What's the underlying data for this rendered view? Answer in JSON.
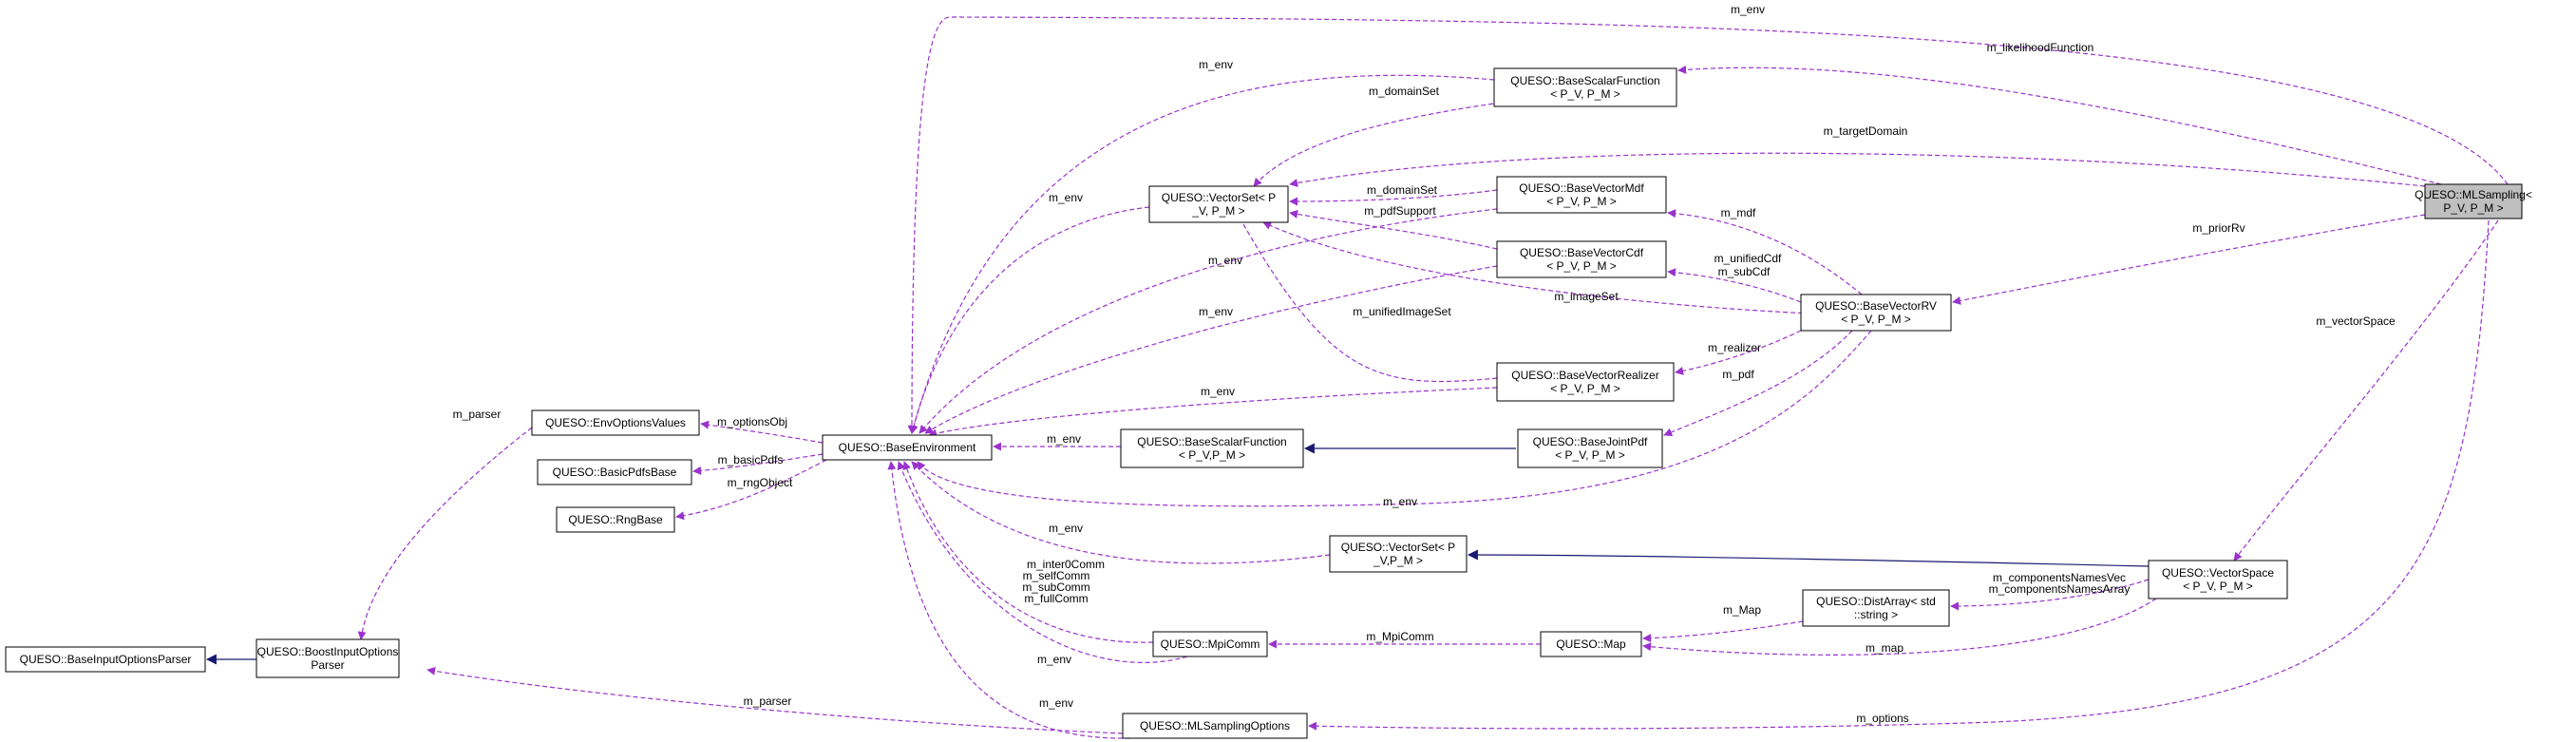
{
  "colors": {
    "dependency_edge": "#9a32cd",
    "inheritance_edge": "#191970",
    "node_border": "#000000",
    "node_fill": "#ffffff",
    "highlight_fill": "#bfbfbf"
  },
  "nodes": {
    "mlsampling": [
      "QUESO::MLSampling<",
      "P_V, P_M >"
    ],
    "base_scalar_function_top": [
      "QUESO::BaseScalarFunction",
      "< P_V, P_M >"
    ],
    "vector_set_top": [
      "QUESO::VectorSet< P",
      "_V, P_M >"
    ],
    "base_vector_mdf": [
      "QUESO::BaseVectorMdf",
      "< P_V, P_M >"
    ],
    "base_vector_cdf": [
      "QUESO::BaseVectorCdf",
      "< P_V, P_M >"
    ],
    "base_vector_rv": [
      "QUESO::BaseVectorRV",
      "< P_V, P_M >"
    ],
    "base_vector_realizer": [
      "QUESO::BaseVectorRealizer",
      "< P_V, P_M >"
    ],
    "base_joint_pdf": [
      "QUESO::BaseJointPdf",
      "< P_V, P_M >"
    ],
    "base_scalar_function_mid": [
      "QUESO::BaseScalarFunction",
      "< P_V,P_M >"
    ],
    "base_environment": [
      "QUESO::BaseEnvironment"
    ],
    "env_options_values": [
      "QUESO::EnvOptionsValues"
    ],
    "basic_pdfs_base": [
      "QUESO::BasicPdfsBase"
    ],
    "rng_base": [
      "QUESO::RngBase"
    ],
    "base_input_options_parser": [
      "QUESO::BaseInputOptionsParser"
    ],
    "boost_input_options_parser": [
      "QUESO::BoostInputOptions",
      "Parser"
    ],
    "vector_set_mid": [
      "QUESO::VectorSet< P",
      "_V,P_M >"
    ],
    "vector_space": [
      "QUESO::VectorSpace",
      "< P_V, P_M >"
    ],
    "dist_array": [
      "QUESO::DistArray< std",
      "::string >"
    ],
    "mpi_comm": [
      "QUESO::MpiComm"
    ],
    "map": [
      "QUESO::Map"
    ],
    "mlsampling_options": [
      "QUESO::MLSamplingOptions"
    ]
  },
  "edge_labels": {
    "m_env_top": "m_env",
    "m_likelihood_function": "m_likelihoodFunction",
    "m_env_bsf": "m_env",
    "m_domain_set_bsf": "m_domainSet",
    "m_target_domain": "m_targetDomain",
    "m_env_vs": "m_env",
    "m_domain_set_mdf": "m_domainSet",
    "m_pdf_support": "m_pdfSupport",
    "m_mdf": "m_mdf",
    "m_prior_rv": "m_priorRv",
    "m_env_mdf": "m_env",
    "m_unified_cdf": "m_unifiedCdf",
    "m_sub_cdf": "m_subCdf",
    "m_image_set": "m_imageSet",
    "m_vector_space": "m_vectorSpace",
    "m_env_cdf": "m_env",
    "m_unified_image_set": "m_unifiedImageSet",
    "m_realizer": "m_realizer",
    "m_env_realizer": "m_env",
    "m_pdf": "m_pdf",
    "m_options_obj": "m_optionsObj",
    "m_parser_eov": "m_parser",
    "m_env_bsf_mid": "m_env",
    "m_basic_pdfs": "m_basicPdfs",
    "m_rng_object": "m_rngObject",
    "m_env_rv": "m_env",
    "m_env_vs_mid": "m_env",
    "m_components_names_vec": "m_componentsNamesVec",
    "m_components_names_array": "m_componentsNamesArray",
    "m_inter0_comm": "m_inter0Comm",
    "m_self_comm": "m_selfComm",
    "m_sub_comm": "m_subComm",
    "m_full_comm": "m_fullComm",
    "m_map_dist": "m_Map",
    "m_mpi_comm": "m_MpiComm",
    "m_env_mpi": "m_env",
    "m_map": "m_map",
    "m_parser_opts": "m_parser",
    "m_env_opts": "m_env",
    "m_options": "m_options"
  }
}
